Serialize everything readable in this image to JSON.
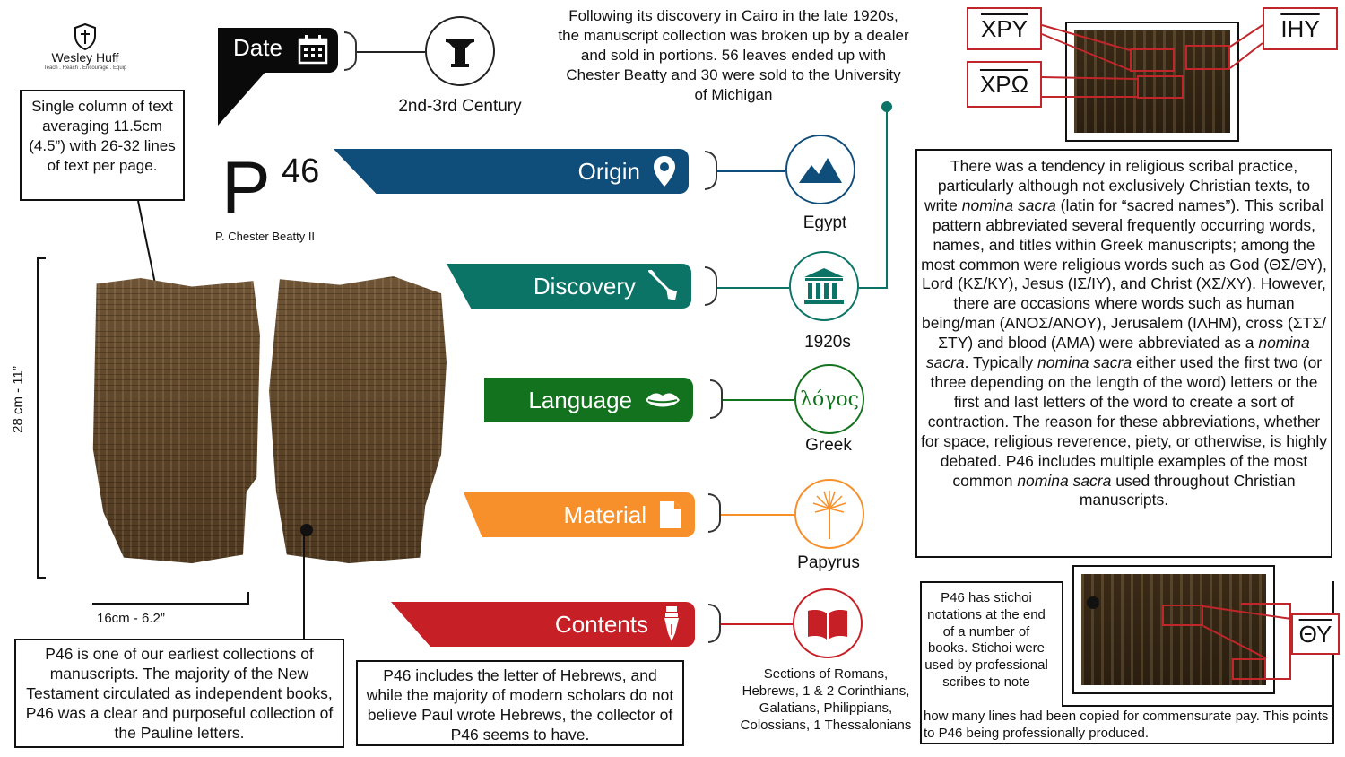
{
  "logo": {
    "name": "Wesley Huff",
    "tagline": "Teach . Reach . Encourage . Equip"
  },
  "title": {
    "main": "P",
    "superscript": "46",
    "subtitle": "P. Chester Beatty II"
  },
  "date": {
    "label": "Date",
    "value": "2nd-3rd Century"
  },
  "discovery_note": "Following its discovery in Cairo in the late 1920s, the manuscript collection was broken up by a dealer and sold in portions. 56 leaves ended up with Chester Beatty and 30 were sold to the University of Michigan",
  "column_note": "Single column of text averaging 11.5cm (4.5”) with 26-32 lines of text per page.",
  "dimensions": {
    "height": "28 cm - 11”",
    "width": "16cm - 6.2”"
  },
  "categories": [
    {
      "label": "Origin",
      "value": "Egypt",
      "color": "#0f4d7a"
    },
    {
      "label": "Discovery",
      "value": "1920s",
      "color": "#0c7466"
    },
    {
      "label": "Language",
      "value": "Greek",
      "color": "#13721d",
      "icon_text": "λόγος"
    },
    {
      "label": "Material",
      "value": "Papyrus",
      "color": "#f7902b"
    },
    {
      "label": "Contents",
      "value": "Sections of Romans, Hebrews, 1 & 2 Corinthians, Galatians, Philippians, Colossians, 1 Thessalonians",
      "color": "#c71f26"
    }
  ],
  "nomina_sacra_note": {
    "p1": "There was a tendency in religious scribal practice, particularly although not exclusively Christian texts, to write ",
    "i1": "nomina sacra",
    "p2": " (latin for “sacred names”). This scribal pattern abbreviated several frequently occurring words, names, and titles within Greek manuscripts; among the most common were religious words such as God (ΘΣ/ΘΥ), Lord (ΚΣ/ΚΥ), Jesus (ΙΣ/ΙΥ), and Christ (ΧΣ/ΧΥ). However, there are occasions where words such as human being/man (ΑΝΟΣ/ΑΝΟΥ), Jerusalem (ΙΛΗΜ), cross (ΣΤΣ/ΣΤΥ) and blood (ΑΜΑ) were abbreviated as a ",
    "i2": "nomina sacra",
    "p3": ". Typically ",
    "i3": "nomina sacra",
    "p4": " either used the first two (or three depending on the length of the word) letters or the first and last letters of the word to create a sort of contraction. The reason for these abbreviations, whether for space, religious reverence, piety, or otherwise, is highly debated. P46 includes multiple examples of the most common ",
    "i4": "nomina sacra",
    "p5": " used throughout Christian manuscripts."
  },
  "nomina_labels": {
    "xpy": "ΧΡΥ",
    "ihy": "ΙΗΥ",
    "xpo": "ΧΡΩ",
    "thy": "ΘΥ"
  },
  "collection_note": "P46 is one of our earliest collections of manuscripts. The majority of the New Testament circulated as independent books, P46 was a clear and purposeful collection of the Pauline letters.",
  "hebrews_note": "P46 includes the letter of Hebrews, and while the majority of modern scholars do not believe Paul wrote Hebrews, the collector of P46 seems to have.",
  "stichoi_note": {
    "top": "P46 has stichoi notations at the end of a number of books. Stichoi were used by professional scribes to note",
    "bottom": "how many lines had been copied for commensurate pay. This points to P46 being professionally produced."
  }
}
